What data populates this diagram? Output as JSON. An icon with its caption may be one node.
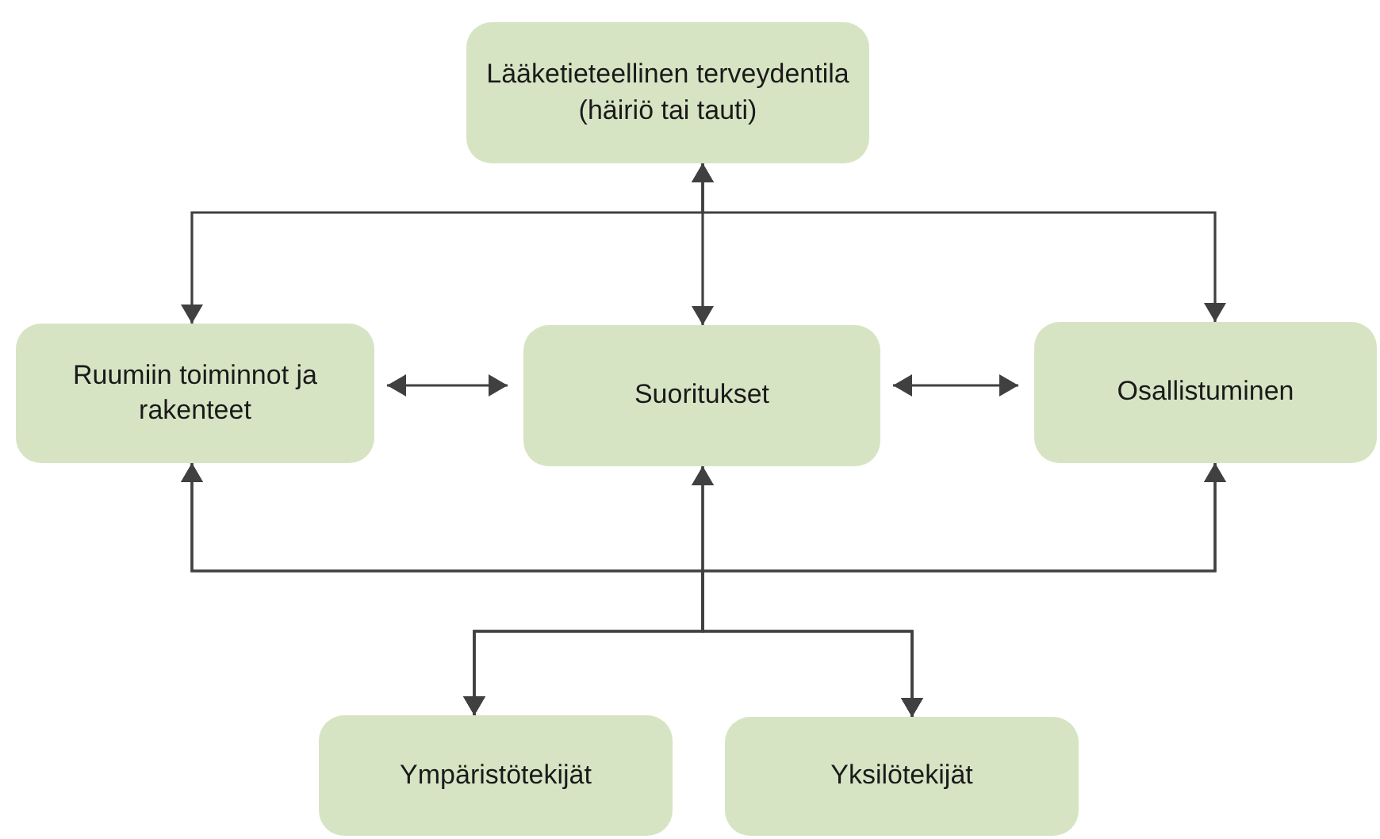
{
  "diagram": {
    "nodes": [
      {
        "text": [
          "Lääketieteellinen terveydentila (häiriö tai tauti)"
        ]
      },
      {
        "text": [
          "Ruumiin toiminnot ja rakenteet"
        ]
      },
      {
        "text": [
          "Suoritukset"
        ]
      },
      {
        "text": [
          "Osallistuminen"
        ]
      },
      {
        "text": [
          "Ympäristötekijät"
        ]
      },
      {
        "text": [
          "Yksilötekijät"
        ]
      }
    ],
    "edges": [
      {
        "from": 0,
        "to": 1,
        "arrow": "both"
      },
      {
        "from": 0,
        "to": 2,
        "arrow": "both"
      },
      {
        "from": 0,
        "to": 3,
        "arrow": "both"
      },
      {
        "from": 1,
        "to": 2,
        "arrow": "both"
      },
      {
        "from": 2,
        "to": 3,
        "arrow": "both"
      },
      {
        "from": 4,
        "to": 1,
        "arrow": "both"
      },
      {
        "from": 4,
        "to": 2,
        "arrow": "both"
      },
      {
        "from": 4,
        "to": 3,
        "arrow": "both"
      },
      {
        "from": 5,
        "to": 1,
        "arrow": "both"
      },
      {
        "from": 5,
        "to": 2,
        "arrow": "both"
      },
      {
        "from": 5,
        "to": 3,
        "arrow": "both"
      }
    ]
  }
}
